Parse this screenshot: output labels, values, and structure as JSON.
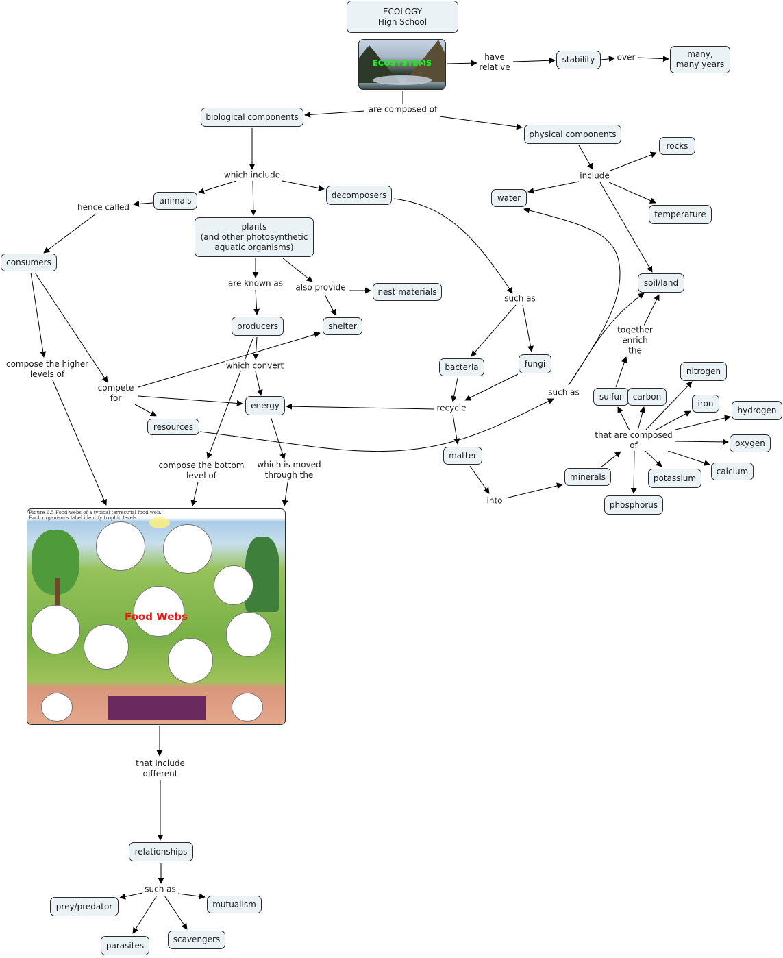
{
  "map": {
    "title": "ECOLOGY\nHigh School",
    "root_image_label": "ECOSYSTEMS",
    "food_web_image": {
      "label": "Food Webs",
      "caption": "Figure 6.5 Food webs of a typical terrestrial food web.\nEach organism's label identify trophic levels."
    },
    "colors": {
      "node_fill": "#ebf2f5",
      "node_border": "#2b2b2b",
      "edge": "#000000",
      "ecosystems_text": "#22ee22",
      "food_webs_text": "#ff1010"
    },
    "concepts": {
      "stability": "stability",
      "many_years": "many,\nmany years",
      "biological": "biological components",
      "physical": "physical components",
      "rocks": "rocks",
      "water": "water",
      "temperature": "temperature",
      "soil": "soil/land",
      "animals": "animals",
      "decomposers": "decomposers",
      "plants": "plants\n(and other photosynthetic\naquatic organisms)",
      "consumers": "consumers",
      "nest": "nest materials",
      "producers": "producers",
      "shelter": "shelter",
      "bacteria": "bacteria",
      "fungi": "fungi",
      "energy": "energy",
      "resources": "resources",
      "matter": "matter",
      "minerals": "minerals",
      "nitrogen": "nitrogen",
      "sulfur": "sulfur",
      "carbon": "carbon",
      "iron": "iron",
      "hydrogen": "hydrogen",
      "oxygen": "oxygen",
      "calcium": "calcium",
      "potassium": "potassium",
      "phosphorus": "phosphorus",
      "relationships": "relationships",
      "prey": "prey/predator",
      "mutualism": "mutualism",
      "parasites": "parasites",
      "scavengers": "scavengers"
    },
    "links": {
      "have_relative": "have\nrelative",
      "over": "over",
      "composed_of": "are composed of",
      "which_include": "which include",
      "include": "include",
      "hence_called": "hence called",
      "are_known_as": "are known as",
      "also_provide": "also provide",
      "such_as_decomp": "such as",
      "compose_higher": "compose the higher\nlevels of",
      "compete_for": "compete\nfor",
      "which_convert": "which convert",
      "recycle": "recycle",
      "such_as_matter": "such as",
      "together_enrich": "together\nenrich\nthe",
      "composed_of_elem": "that are composed\nof",
      "compose_bottom": "compose the bottom\nlevel of",
      "moved_through": "which is moved\nthrough the",
      "into": "into",
      "include_different": "that include\ndifferent",
      "such_as_rel": "such as"
    }
  }
}
